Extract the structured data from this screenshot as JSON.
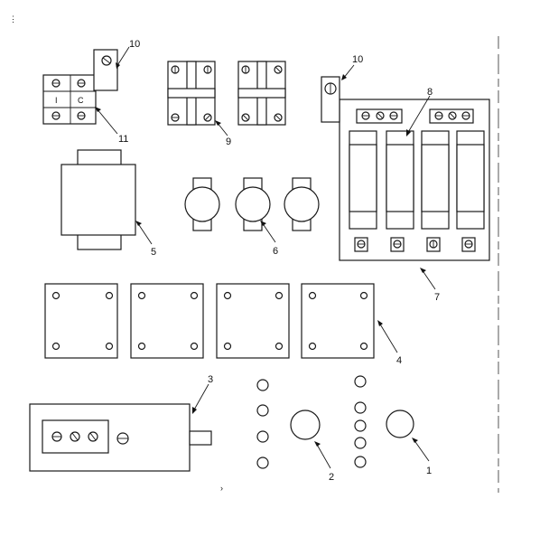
{
  "callouts": {
    "c1": "1",
    "c2": "2",
    "c3": "3",
    "c4": "4",
    "c5": "5",
    "c6": "6",
    "c7": "7",
    "c8": "8",
    "c9": "9",
    "c10a": "10",
    "c10b": "10",
    "c11": "11"
  },
  "block_marks": {
    "left": "I",
    "right": "C"
  },
  "scan_marks": {
    "top_left": "⋮",
    "bottom": "›"
  },
  "colors": {
    "ink": "#1a1a1a",
    "paper": "#ffffff"
  }
}
